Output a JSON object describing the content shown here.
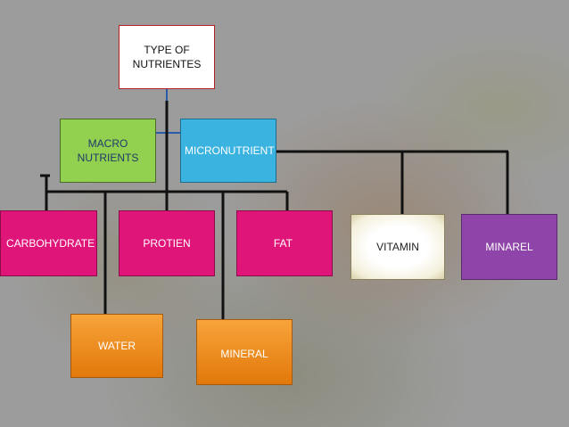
{
  "diagram": {
    "root": {
      "line1": "TYPE OF",
      "line2": "NUTRIENTES"
    },
    "macro": {
      "line1": "MACRO",
      "line2": "NUTRIENTS"
    },
    "micro": {
      "label": "MICRONUTRIENT"
    },
    "macro_children": {
      "carbohydrate": "CARBOHYDRATE",
      "protein": "PROTIEN",
      "fat": "FAT",
      "water": "WATER",
      "mineral": "MINERAL"
    },
    "micro_children": {
      "vitamin": "VITAMIN",
      "minerel": "MINAREL"
    }
  },
  "colors": {
    "root": "#ffffff",
    "macro": "#92d050",
    "micro": "#3bb3e0",
    "macro_children": "#e0157a",
    "macro_children_lower": "#f39a2e",
    "vitamin": "#fffdf0",
    "minerel": "#8e44a8",
    "connector": "#111111"
  }
}
